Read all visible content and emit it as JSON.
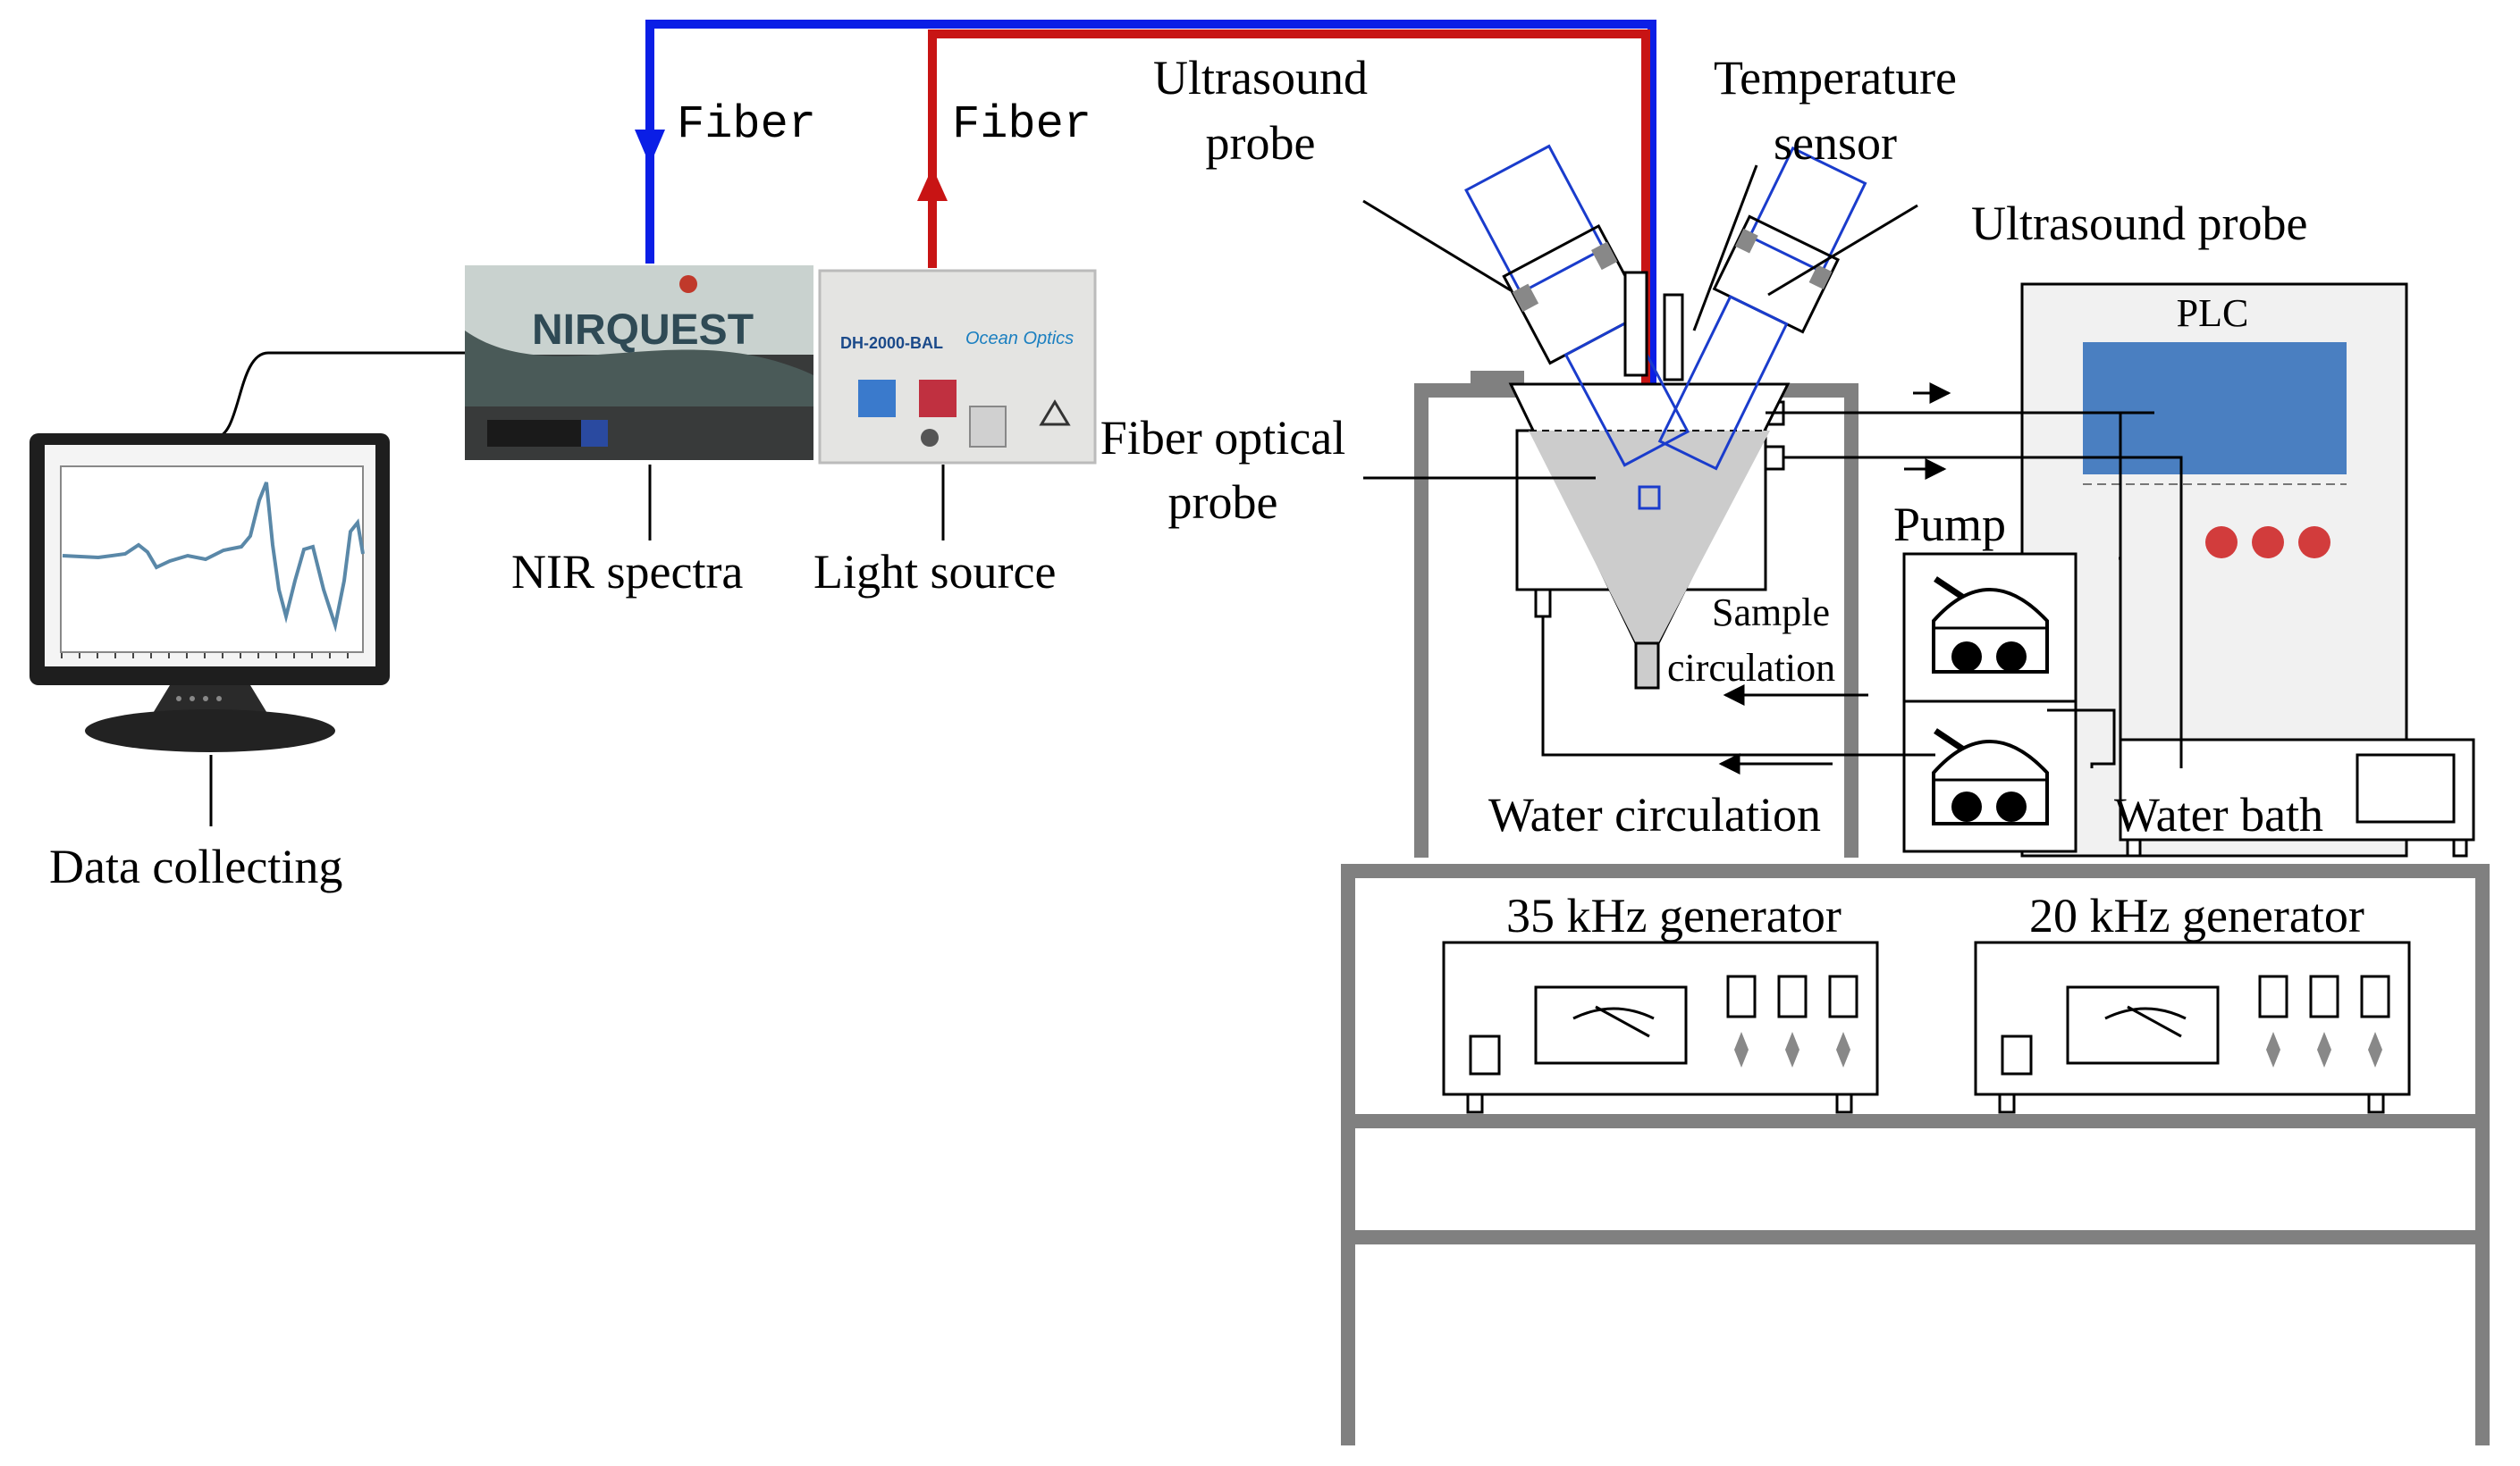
{
  "labels": {
    "fiber_left": "Fiber",
    "fiber_right": "Fiber",
    "ultrasound_probe_1": [
      "Ultrasound",
      "probe"
    ],
    "temperature_sensor": [
      "Temperature",
      "sensor"
    ],
    "ultrasound_probe_2": "Ultrasound probe",
    "plc": "PLC",
    "fiber_optical_probe": [
      "Fiber optical",
      "probe"
    ],
    "pump": "Pump",
    "sample_circulation": [
      "Sample",
      "circulation"
    ],
    "water_circulation": "Water circulation",
    "water_bath": "Water bath",
    "nir_spectra": "NIR spectra",
    "light_source": "Light source",
    "data_collecting": "Data collecting",
    "generator_35": "35 kHz generator",
    "generator_20": "20 kHz generator"
  },
  "devices": {
    "nir_brand": "NIRQUEST",
    "light_source_model": "DH-2000-BAL",
    "light_source_brand": "Ocean Optics"
  },
  "colors": {
    "fiber_blue": "#0a1ee6",
    "fiber_red": "#c81414",
    "frame_gray": "#808080",
    "plc_screen": "#4a7fc1",
    "plc_buttons": "#d23c3c",
    "probe_outline": "#1a3ccc"
  }
}
